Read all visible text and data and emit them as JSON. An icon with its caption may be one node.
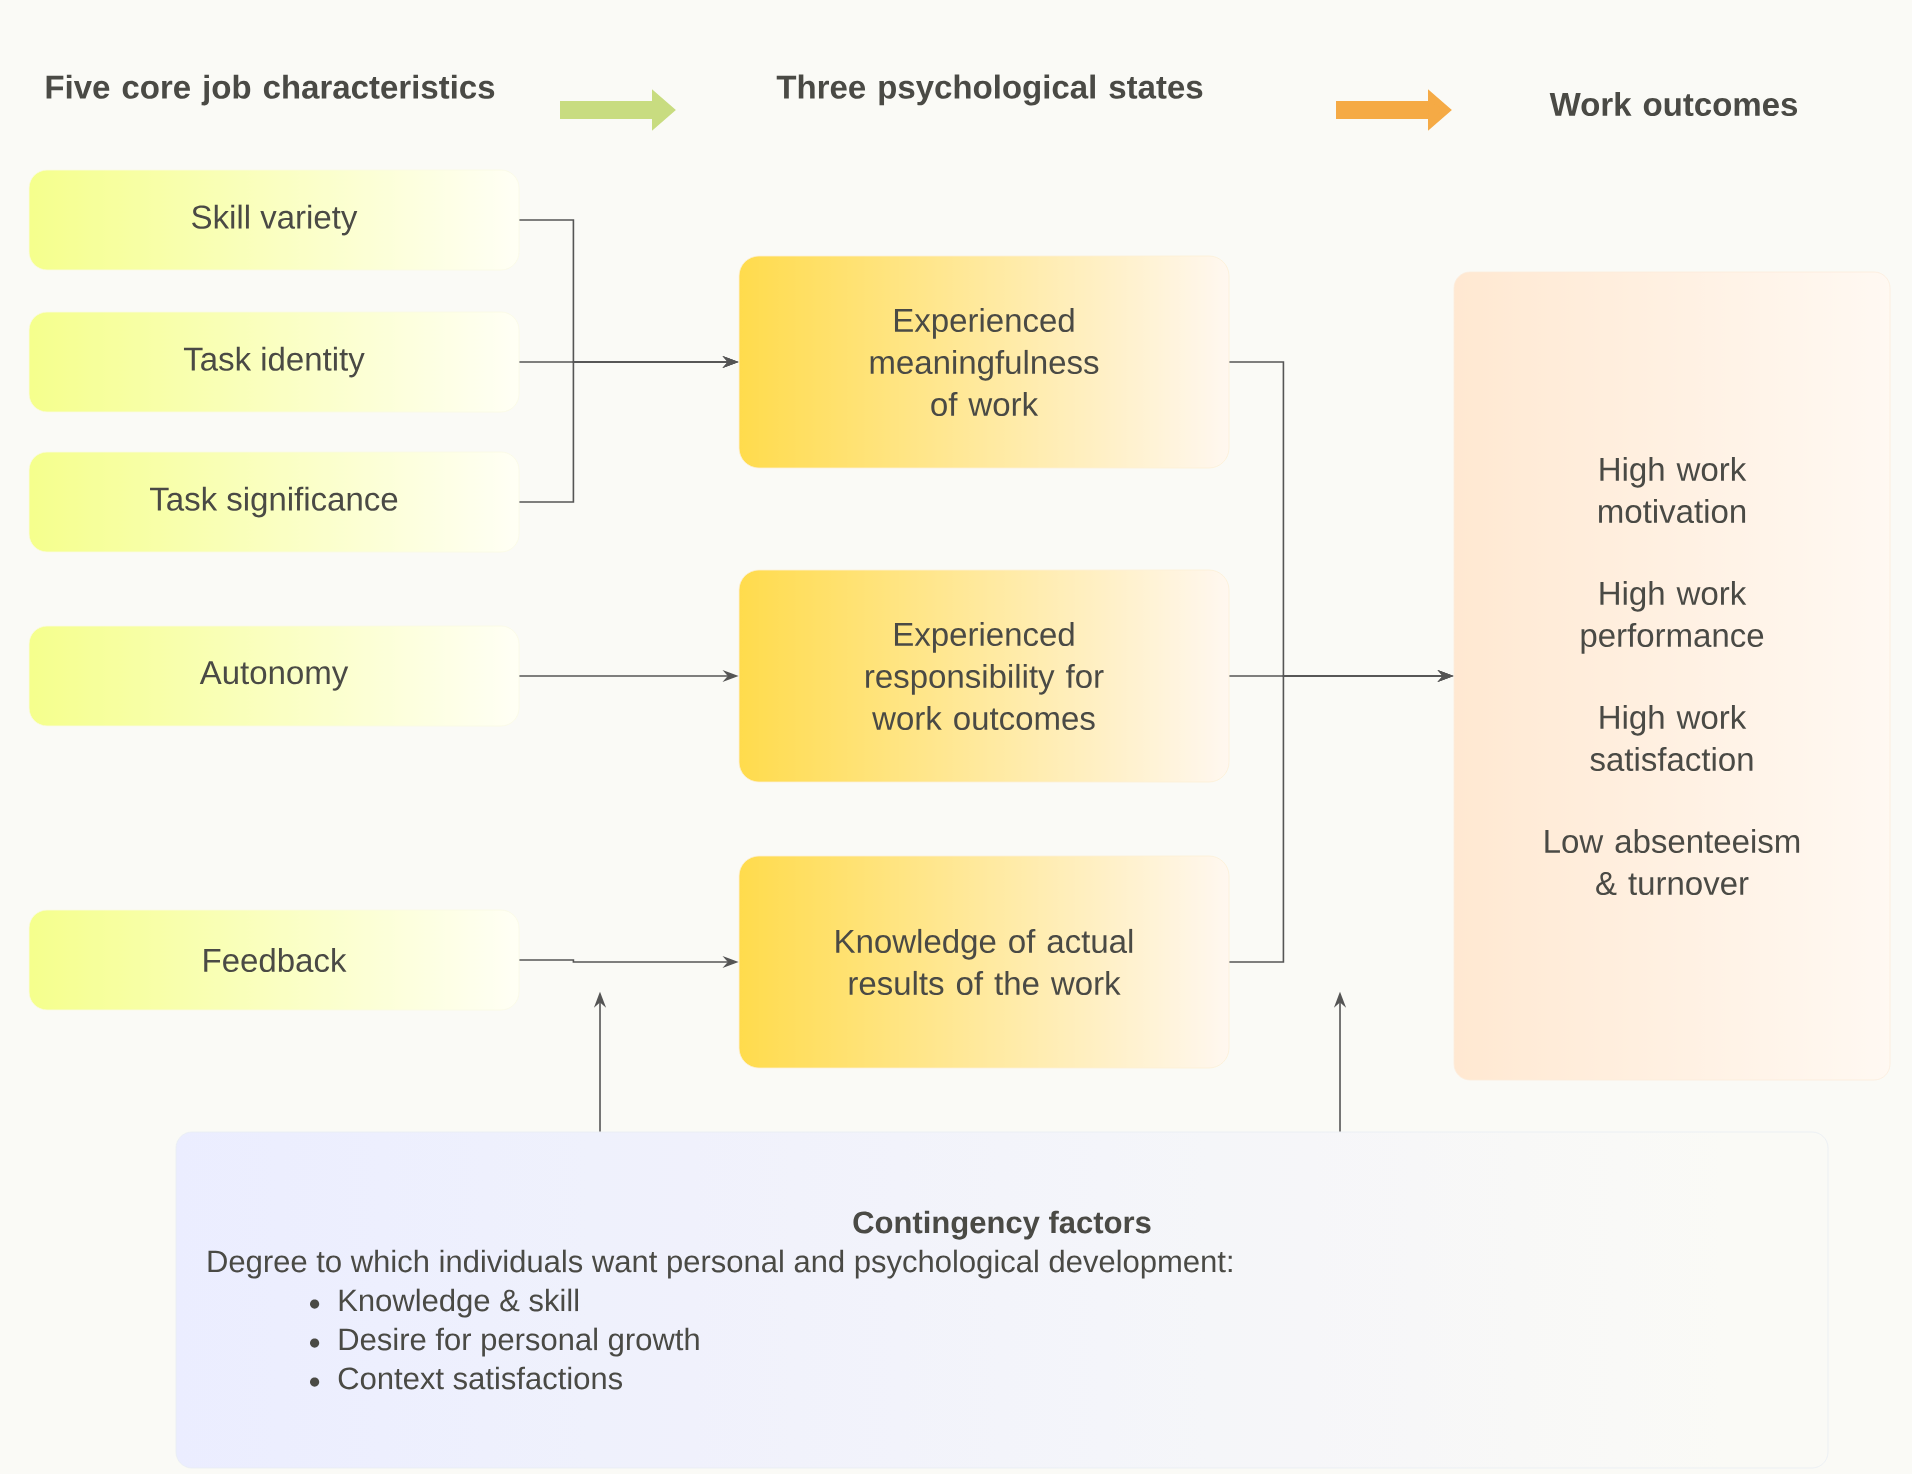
{
  "diagram": {
    "nodes": [
      {
        "text": [
          "Skill variety"
        ]
      },
      {
        "text": [
          "Task identity"
        ]
      },
      {
        "text": [
          "Task significance"
        ]
      },
      {
        "text": [
          "Autonomy"
        ]
      },
      {
        "text": [
          "Feedback"
        ]
      },
      {
        "text": [
          "Experienced meaningfulness of work"
        ]
      },
      {
        "text": [
          "Experienced responsibility for work outcomes"
        ]
      },
      {
        "text": [
          "Knowledge of actual results of the work"
        ]
      },
      {
        "text": [
          "High work motivation",
          "High work performance",
          "High work satisfaction",
          "Low absenteeism & turnover"
        ]
      },
      {
        "text": [
          "Contingency factors",
          "Degree to which individuals want personal and psychological development:",
          "Knowledge & skill",
          "Desire for personal growth",
          "Context satisfactions"
        ]
      }
    ],
    "edges": [
      {
        "from": 0,
        "to": 5,
        "arrow": "to"
      },
      {
        "from": 1,
        "to": 5,
        "arrow": "to"
      },
      {
        "from": 2,
        "to": 5,
        "arrow": "to"
      },
      {
        "from": 3,
        "to": 6,
        "arrow": "to"
      },
      {
        "from": 4,
        "to": 7,
        "arrow": "to"
      },
      {
        "from": 5,
        "to": 8,
        "arrow": "to"
      },
      {
        "from": 6,
        "to": 8,
        "arrow": "to"
      },
      {
        "from": 7,
        "to": 8,
        "arrow": "to"
      },
      {
        "from": 9,
        "to": null,
        "arrow": "to"
      },
      {
        "from": 9,
        "to": null,
        "arrow": "to"
      }
    ],
    "labels": [
      "Five core job characteristics",
      "Three psychological states",
      "Work outcomes"
    ]
  }
}
